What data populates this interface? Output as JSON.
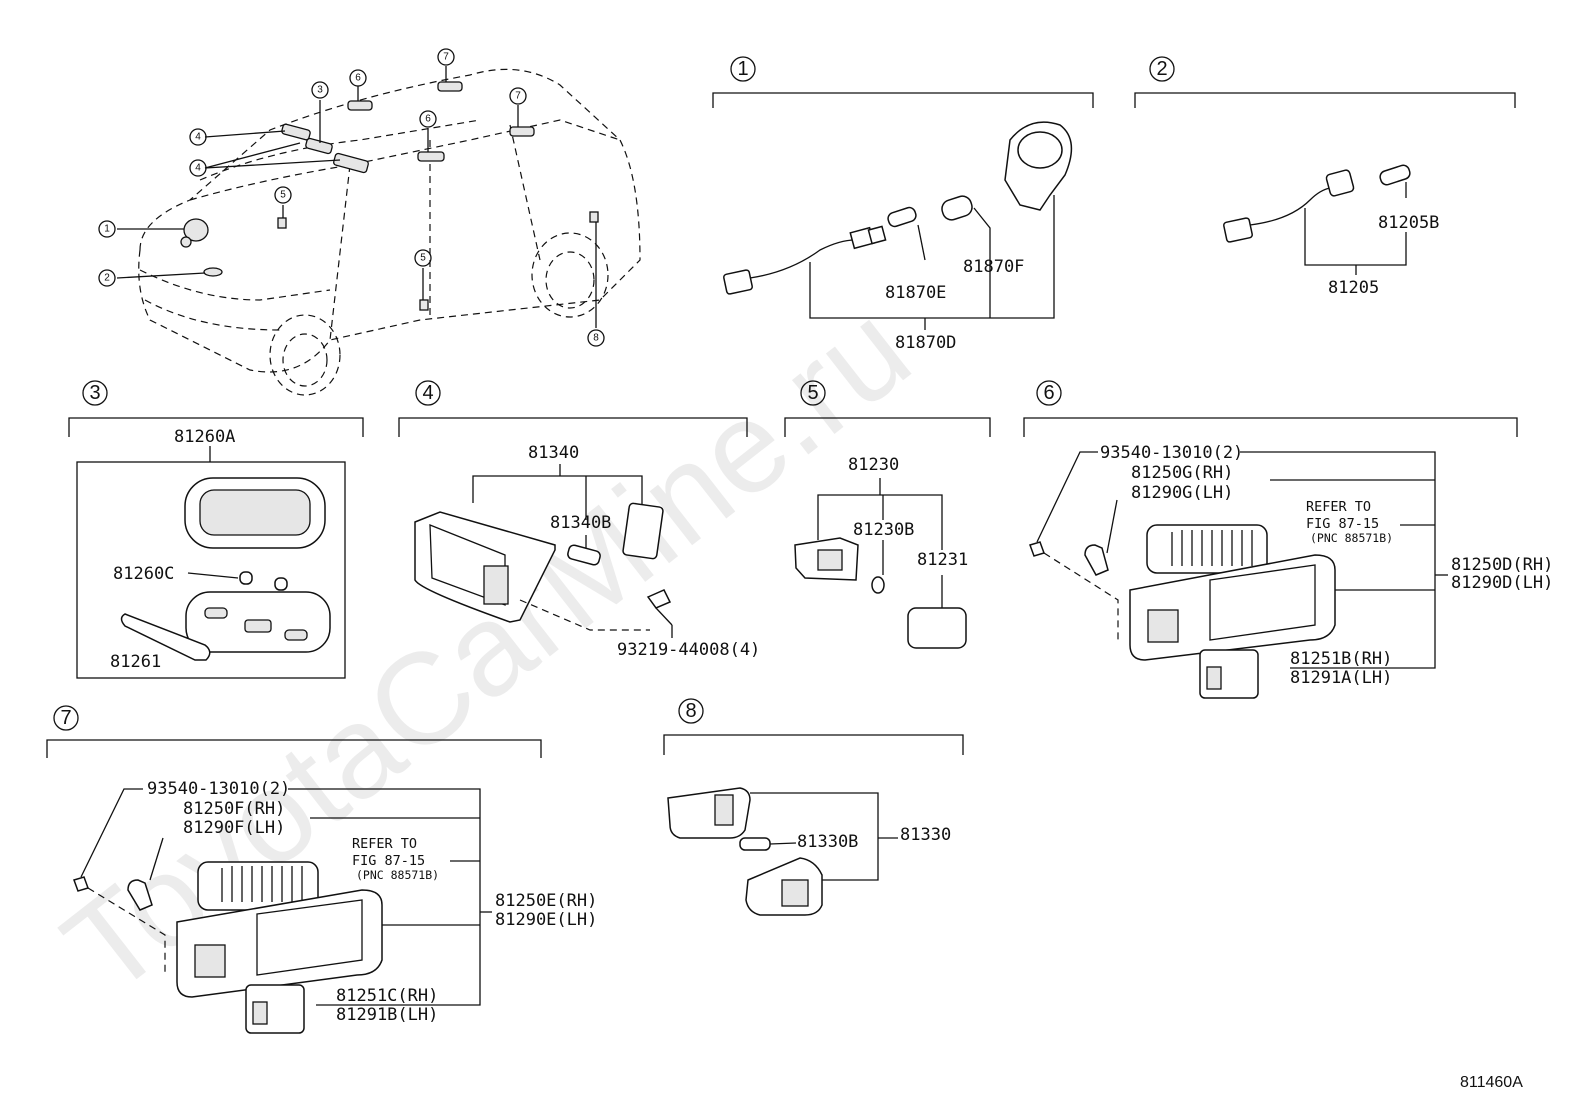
{
  "watermark": "ToyotaCarMine.ru",
  "diagram_code": "811460A",
  "vehicle_callouts": [
    "1",
    "2",
    "3",
    "4",
    "4",
    "5",
    "5",
    "6",
    "6",
    "7",
    "7",
    "8"
  ],
  "sections": {
    "s1": {
      "num": "1",
      "parts": {
        "p81870F": "81870F",
        "p81870E": "81870E",
        "p81870D": "81870D"
      }
    },
    "s2": {
      "num": "2",
      "parts": {
        "p81205B": "81205B",
        "p81205": "81205"
      }
    },
    "s3": {
      "num": "3",
      "parts": {
        "p81260A": "81260A",
        "p81260C": "81260C",
        "p81261": "81261"
      }
    },
    "s4": {
      "num": "4",
      "parts": {
        "p81340": "81340",
        "p81340B": "81340B",
        "screw": "93219-44008(4)"
      }
    },
    "s5": {
      "num": "5",
      "parts": {
        "p81230": "81230",
        "p81230B": "81230B",
        "p81231": "81231"
      }
    },
    "s6": {
      "num": "6",
      "parts": {
        "screw": "93540-13010(2)",
        "bulb_rh": "81250G(RH)",
        "bulb_lh": "81290G(LH)",
        "ref1": "REFER TO",
        "ref2": "FIG 87-15",
        "ref3": "(PNC 88571B)",
        "assy_rh": "81250D(RH)",
        "assy_lh": "81290D(LH)",
        "lens_rh": "81251B(RH)",
        "lens_lh": "81291A(LH)"
      }
    },
    "s7": {
      "num": "7",
      "parts": {
        "screw": "93540-13010(2)",
        "bulb_rh": "81250F(RH)",
        "bulb_lh": "81290F(LH)",
        "ref1": "REFER TO",
        "ref2": "FIG 87-15",
        "ref3": "(PNC 88571B)",
        "assy_rh": "81250E(RH)",
        "assy_lh": "81290E(LH)",
        "lens_rh": "81251C(RH)",
        "lens_lh": "81291B(LH)"
      }
    },
    "s8": {
      "num": "8",
      "parts": {
        "p81330B": "81330B",
        "p81330": "81330"
      }
    }
  }
}
